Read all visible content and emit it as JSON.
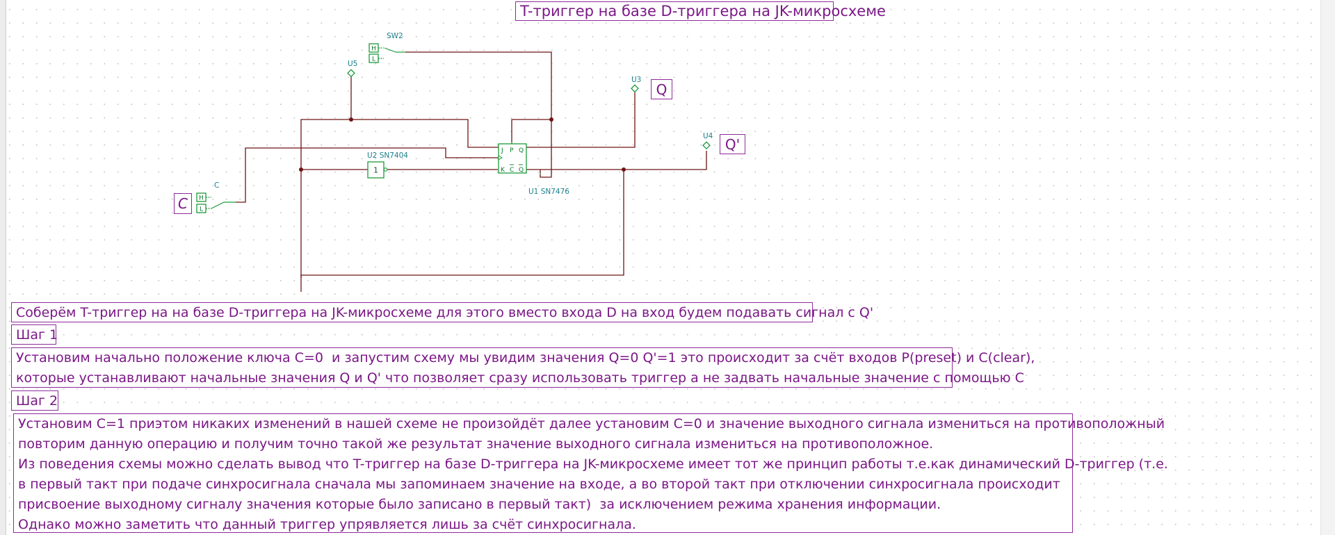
{
  "title": "T-триггер на базе D-триггера на JK-микросхеме",
  "components": {
    "switch_top": {
      "name": "SW2",
      "high": "H",
      "low": "L"
    },
    "switch_c": {
      "name": "C",
      "high": "H",
      "low": "L"
    },
    "probe_u5": "U5",
    "probe_u3": "U3",
    "probe_u4": "U4",
    "inverter": {
      "name": "U2 SN7404",
      "symbol": "1"
    },
    "flipflop": {
      "name": "U1 SN7476",
      "pin_j": "J",
      "pin_p": "P",
      "pin_q": "Q",
      "pin_k": "K",
      "pin_c": "C",
      "pin_qbar": "Q"
    }
  },
  "labels": {
    "q": "Q",
    "qprime": "Q'",
    "c": "C"
  },
  "text": {
    "intro": "Соберём T-триггер на на базе D-триггера на JK-микросхеме для этого вместо входа D на вход будем подавать сигнал с Q'",
    "step1_title": "Шаг 1",
    "step1_lines": [
      "Установим начально положение ключа C=0  и запустим схему мы увидим значения Q=0 Q'=1 это происходит за счёт входов P(preset) и C(clear),",
      "которые устанавливают начальные значения Q и Q' что позволяет сразу использовать триггер а не задвать начальные значение с помощью C"
    ],
    "step2_title": "Шаг 2",
    "step2_lines": [
      "Установим C=1 приэтом никаких изменений в нашей схеме не произойдёт далее установим C=0 и значение выходного сигнала измениться на противоположный",
      "повторим данную операцию и получим точно такой же результат значение выходного сигнала измениться на противоположное.",
      "Из поведения схемы можно сделать вывод что T-триггер на базе D-триггера на JK-микросхеме имеет тот же принцип работы т.е.как динамический D-триггер (т.е.",
      "в первый такт при подаче синхросигнала сначала мы запоминаем значение на входе, а во второй такт при отключении синхросигнала происходит",
      "присвоение выходному сигналу значения которые было записано в первый такт)  за исключением режима хранения информации.",
      "Однако можно заметить что данный триггер упрявляется лишь за счёт синхросигнала."
    ]
  },
  "colors": {
    "wire": "#6e1414",
    "component": "#1b9a3a",
    "label": "#1a7f8a",
    "textbox": "#8e2a9a"
  }
}
